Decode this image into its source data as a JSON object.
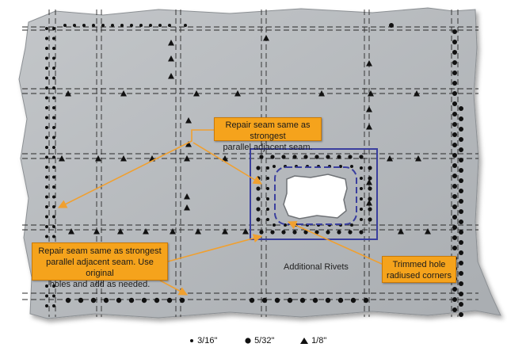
{
  "diagram": {
    "callouts": {
      "top": {
        "lines": [
          "Repair seam same as strongest",
          "parallel adjacent seam."
        ]
      },
      "left": {
        "lines": [
          "Repair seam same as strongest",
          "parallel adjacent seam. Use original",
          "holes and add as needed."
        ]
      },
      "right": {
        "lines": [
          "Trimmed hole",
          "radiused corners"
        ]
      }
    },
    "additional_rivets_label": "Additional Rivets",
    "legend": [
      {
        "symbol": "small-dot-icon",
        "label": "3/16\""
      },
      {
        "symbol": "large-dot-icon",
        "label": "5/32\""
      },
      {
        "symbol": "triangle-icon",
        "label": "1/8\""
      }
    ],
    "colors": {
      "panel": "#b6b9bc",
      "callout": "#f5a31c",
      "arrow": "#f0a030",
      "repair_outline": "#3a3f9e"
    }
  }
}
